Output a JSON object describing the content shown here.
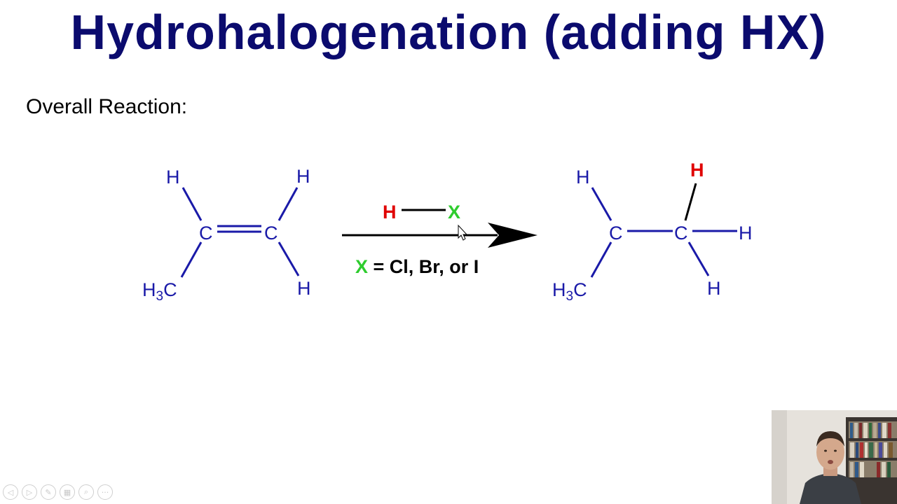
{
  "slide": {
    "title": "Hydrohalogenation (adding HX)",
    "subtitle": "Overall Reaction:"
  },
  "reactant": {
    "h_top_left": "H",
    "h_top_right": "H",
    "h_bottom_right": "H",
    "c_left": "C",
    "c_right": "C",
    "methyl_h": "H",
    "methyl_sub": "3",
    "methyl_c": "C"
  },
  "reagent": {
    "h": "H",
    "x": "X",
    "note_x": "X",
    "note_rest": " = Cl, Br, or I"
  },
  "product": {
    "h_top_left": "H",
    "h_added": "H",
    "h_right": "H",
    "h_bottom_right": "H",
    "c_left": "C",
    "c_right": "C",
    "methyl_h": "H",
    "methyl_sub": "3",
    "methyl_c": "C"
  },
  "colors": {
    "title": "#0b0b6e",
    "molecule": "#1a1aa8",
    "hydrogen_added": "#e00000",
    "halogen": "#2ecc2e",
    "arrow": "#000000"
  },
  "player_controls": [
    {
      "icon": "prev-icon",
      "glyph": "◁"
    },
    {
      "icon": "next-icon",
      "glyph": "▷"
    },
    {
      "icon": "pen-icon",
      "glyph": "✎"
    },
    {
      "icon": "slides-icon",
      "glyph": "▦"
    },
    {
      "icon": "zoom-icon",
      "glyph": "⌕"
    },
    {
      "icon": "more-icon",
      "glyph": "···"
    }
  ]
}
